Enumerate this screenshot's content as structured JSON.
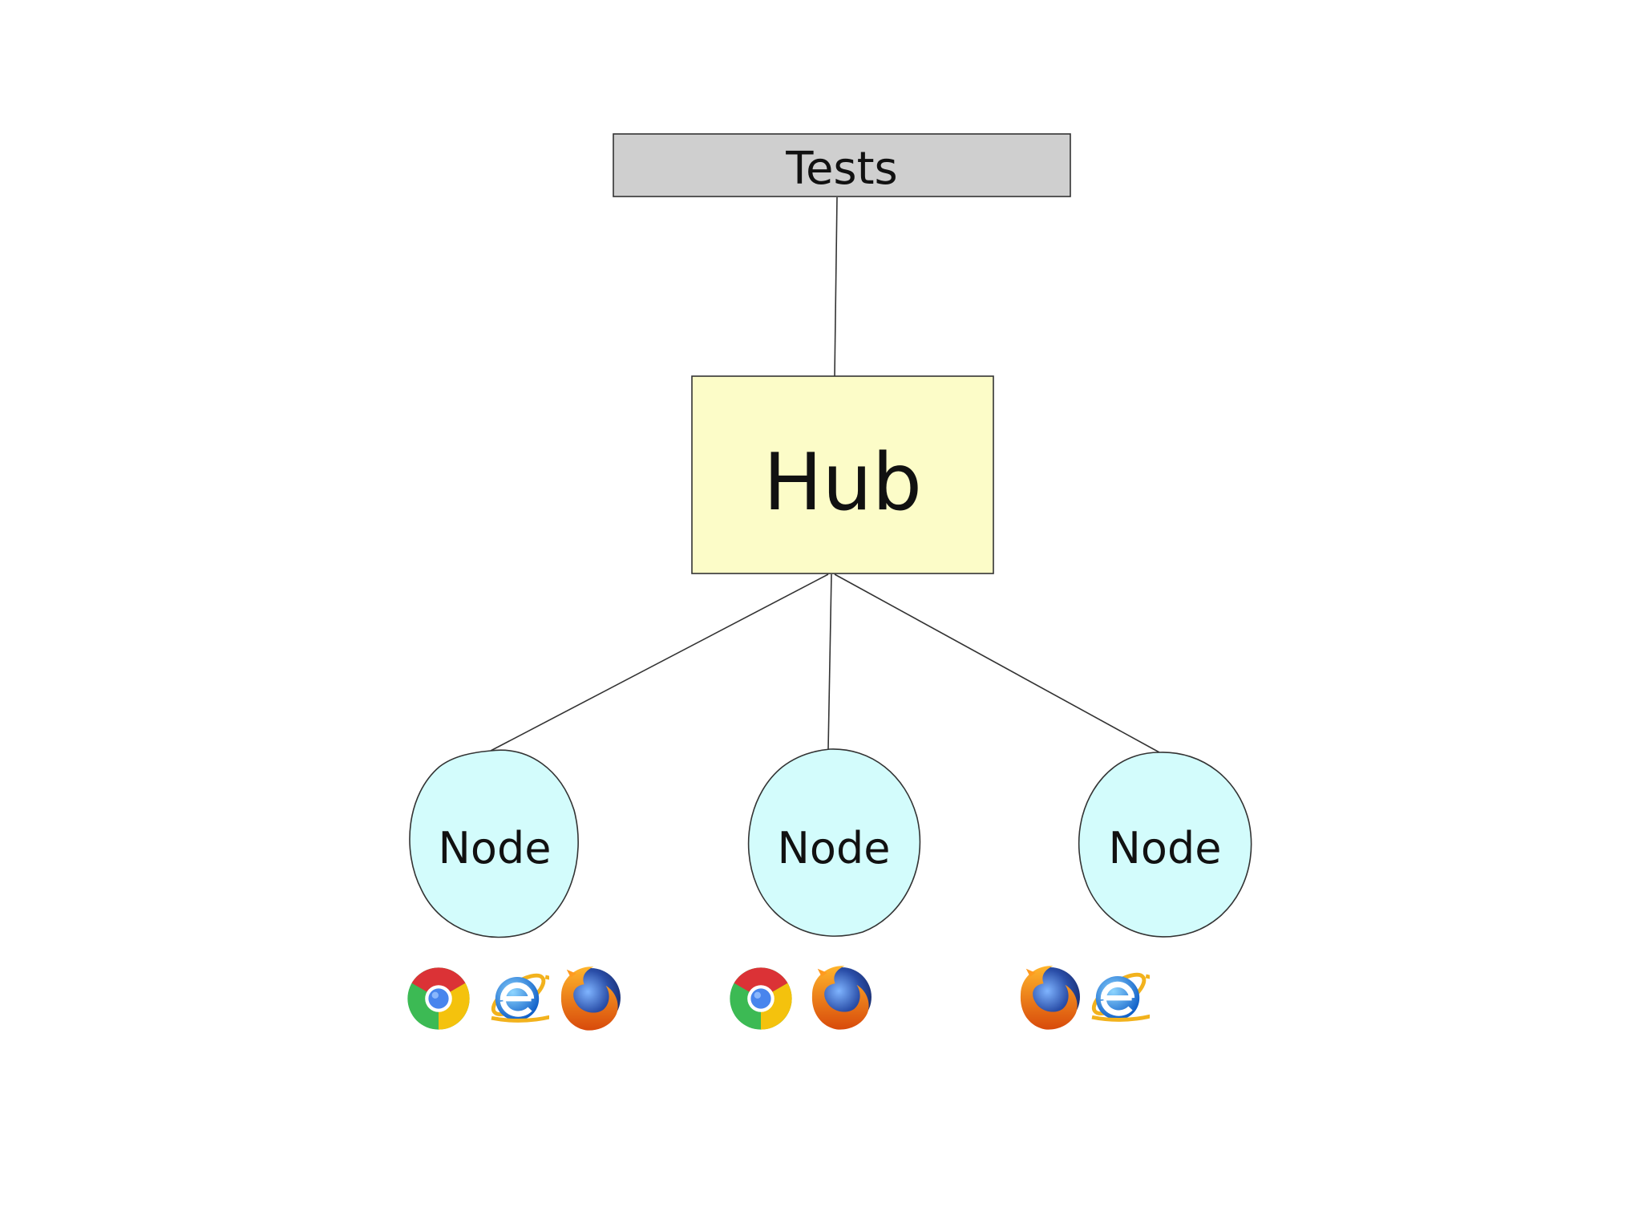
{
  "diagram": {
    "tests": {
      "label": "Tests",
      "fill": "#cfcfcf"
    },
    "hub": {
      "label": "Hub",
      "fill": "#fcfcc8"
    },
    "nodes": [
      {
        "label": "Node",
        "fill": "#d3fcfc",
        "browsers": [
          "chrome-icon",
          "ie-icon",
          "firefox-icon"
        ]
      },
      {
        "label": "Node",
        "fill": "#d3fcfc",
        "browsers": [
          "chrome-icon",
          "firefox-icon"
        ]
      },
      {
        "label": "Node",
        "fill": "#d3fcfc",
        "browsers": [
          "firefox-icon",
          "ie-icon"
        ]
      }
    ],
    "colors": {
      "stroke": "#333333",
      "chrome_red": "#db3236",
      "chrome_green": "#3cba54",
      "chrome_yellow": "#f4c20d",
      "chrome_blue": "#4885ed",
      "ie_blue": "#1f8ee8",
      "ie_ring": "#f2b21d",
      "firefox_orange": "#e66000",
      "firefox_globe": "#2a4ea8"
    }
  }
}
